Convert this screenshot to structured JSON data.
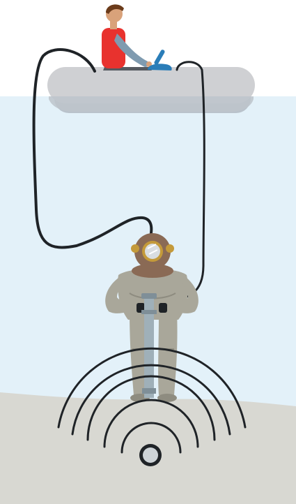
{
  "scene": {
    "elements": [
      "surface-operator",
      "inflatable-boat",
      "umbilical-cable",
      "hard-hat-diver",
      "pipe-tool",
      "seabed",
      "signal-waves",
      "signal-source"
    ]
  },
  "colors": {
    "sky": "#ffffff",
    "water": "#e3f1f9",
    "seabed": "#d8d8d2",
    "boat": "#cfd0d3",
    "boat_shadow": "#b9c2cb",
    "operator_vest": "#e8322e",
    "operator_shirt": "#7f9bb0",
    "operator_skin": "#d9a27a",
    "operator_hair": "#6b3b1a",
    "controller": "#2a7db8",
    "cable": "#1f2327",
    "diver_suit": "#a9a79a",
    "diver_suit_shade": "#8e8c80",
    "helmet": "#8a6a55",
    "helmet_rim": "#c49a3a",
    "visor": "#d9dde0",
    "pipe": "#9fb0b9",
    "signal_rings": "#1f2327",
    "source": "#cdd3d7"
  }
}
